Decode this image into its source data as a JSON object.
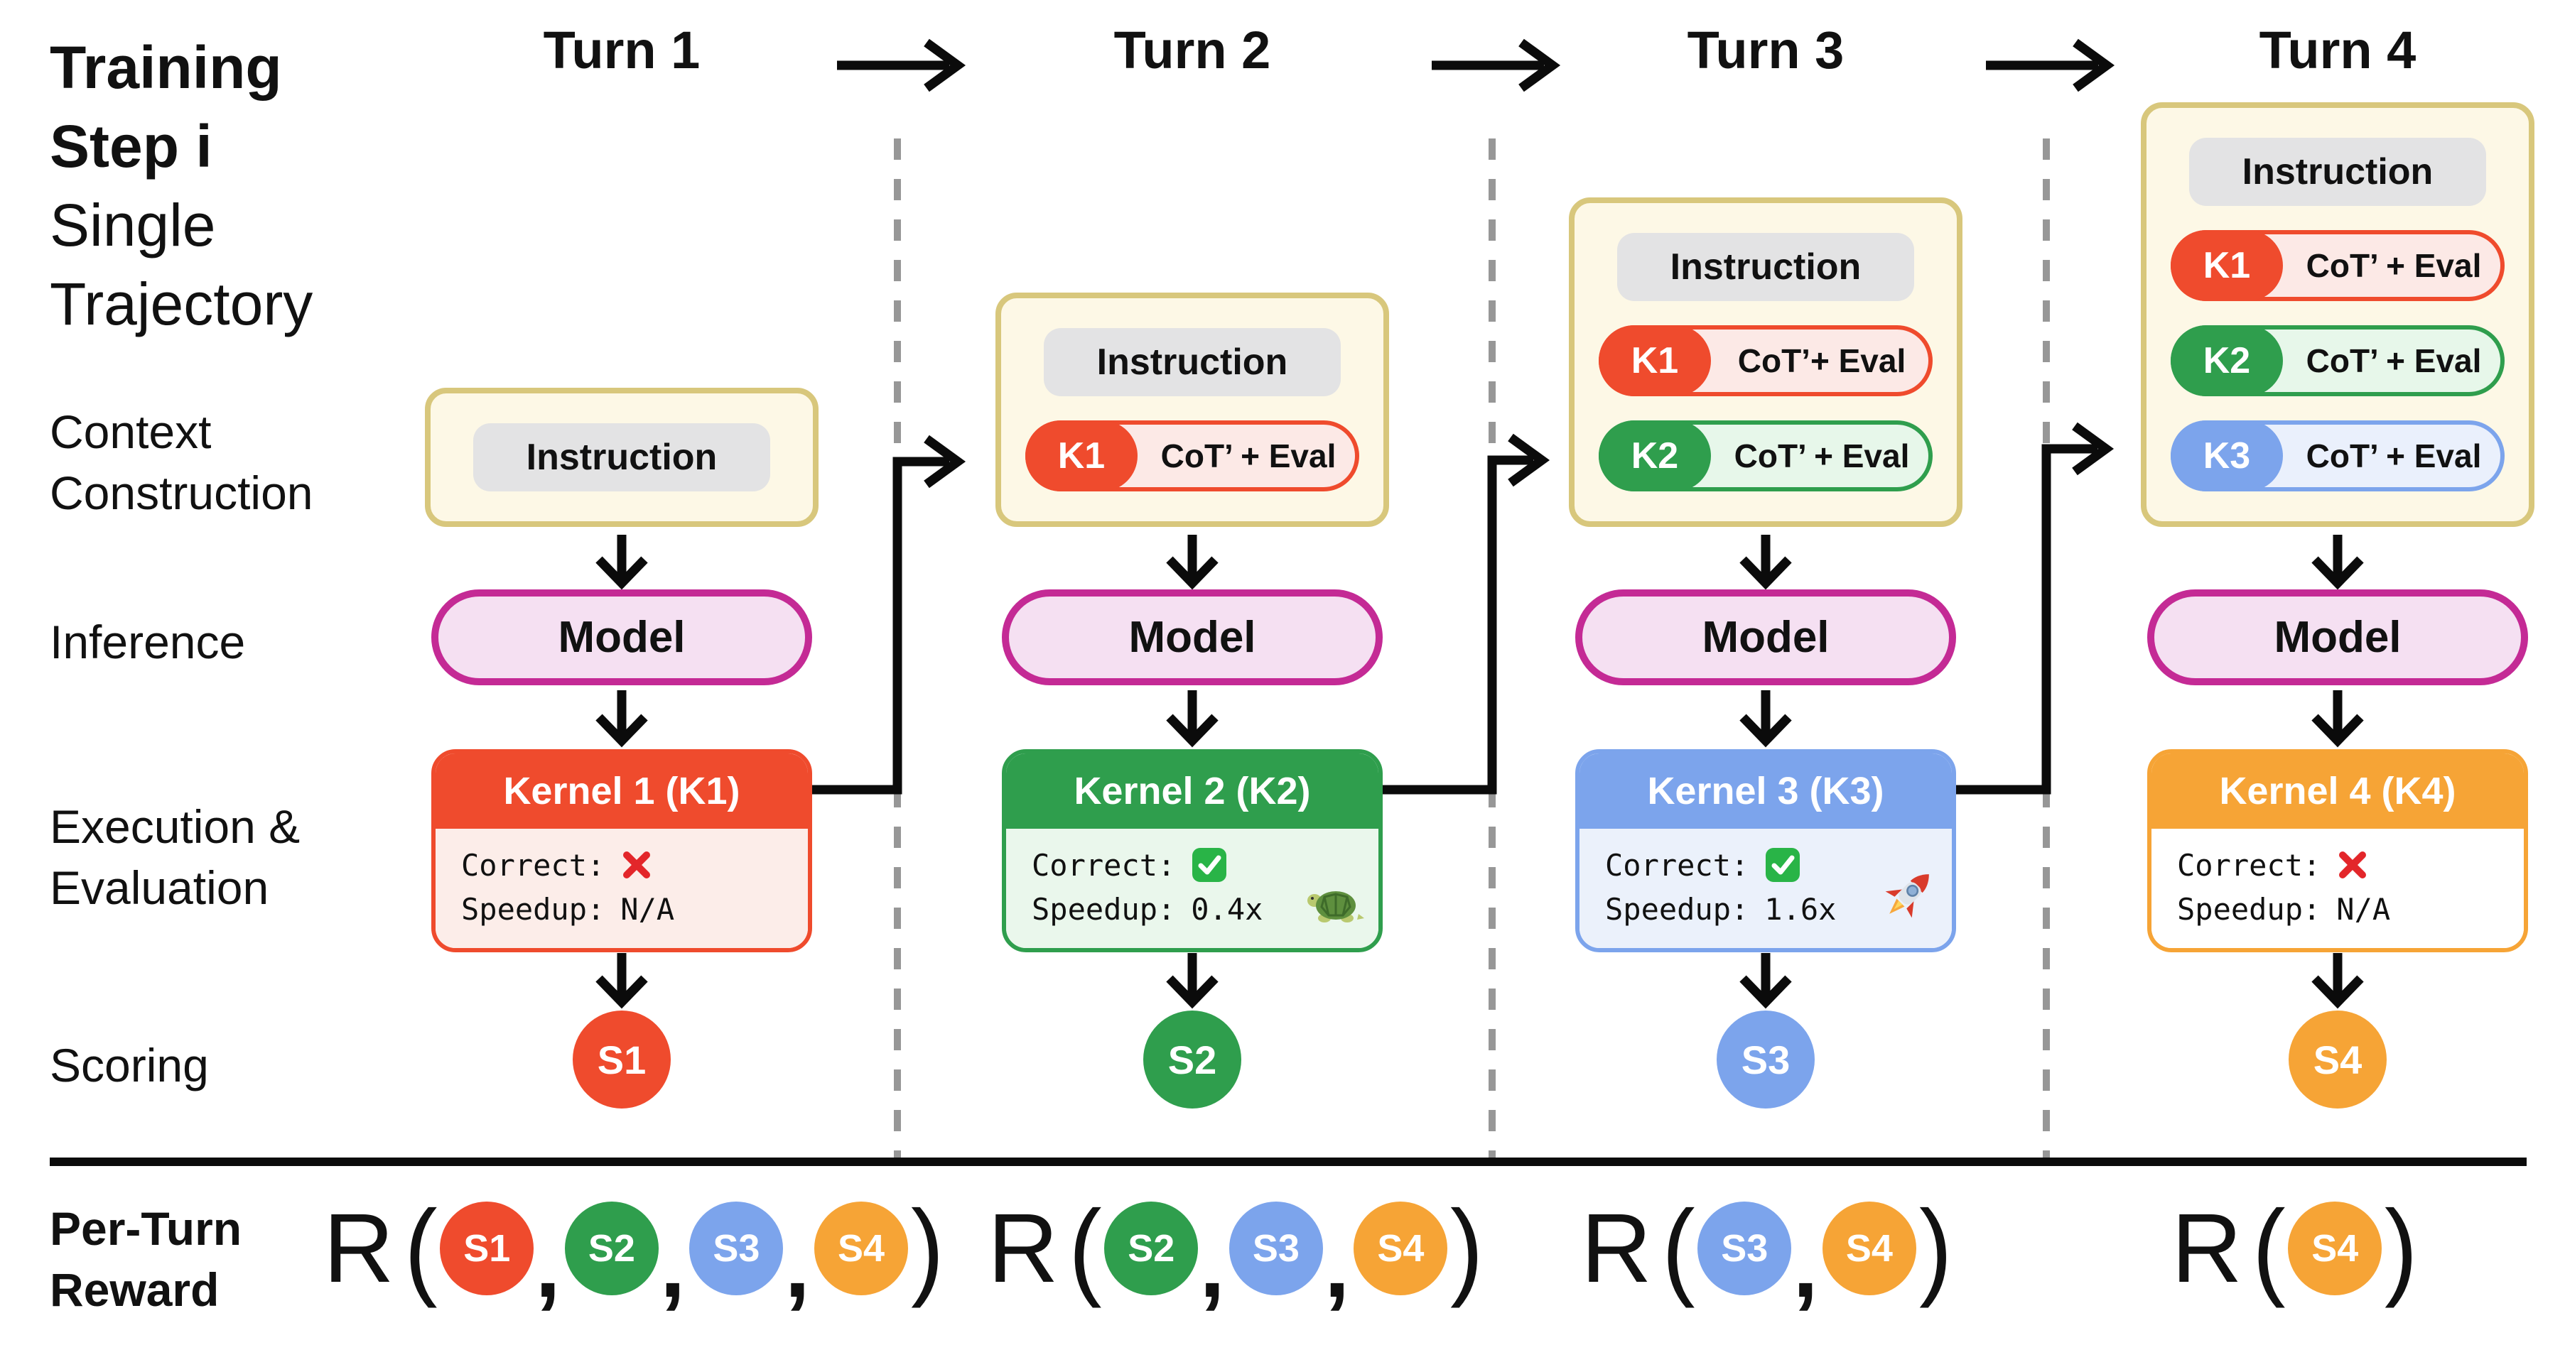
{
  "title": {
    "line_bold": "Training Step i",
    "line_regular": "Single Trajectory"
  },
  "rows": {
    "context": "Context Construction",
    "inference": "Inference",
    "execution": "Execution & Evaluation",
    "scoring": "Scoring",
    "reward": "Per-Turn Reward"
  },
  "colors": {
    "red": "#EF4B2D",
    "red_tint": "#FCEDE9",
    "green": "#2F9E4D",
    "green_tint": "#EAF7EC",
    "blue": "#7CA4EC",
    "blue_tint": "#EBF1FB",
    "orange": "#F6A436",
    "orange_tint": "#FFFFFF",
    "magenta": "#C42A95",
    "model_fill": "#F5E0F2",
    "tan_border": "#D8C77C",
    "cream_fill": "#FDF8E6",
    "gray_chip": "#E3E3E4",
    "divider": "#979797",
    "cross_red": "#E3262A",
    "check_green": "#29B447"
  },
  "columns": [
    {
      "turn_label": "Turn 1",
      "context": {
        "instruction_label": "Instruction",
        "chips": []
      },
      "model_label": "Model",
      "kernel": {
        "title": "Kernel 1 (K1)",
        "correct_label": "Correct:",
        "correct_icon": "cross-icon",
        "speedup_label": "Speedup:",
        "speedup_value": "N/A",
        "speedup_icon": "",
        "color": "#EF4B2D"
      },
      "score_label": "S1",
      "score_color": "#EF4B2D"
    },
    {
      "turn_label": "Turn 2",
      "context": {
        "instruction_label": "Instruction",
        "chips": [
          {
            "tag": "K1",
            "label": "CoT’ + Eval",
            "color": "#EF4B2D"
          }
        ]
      },
      "model_label": "Model",
      "kernel": {
        "title": "Kernel 2 (K2)",
        "correct_label": "Correct:",
        "correct_icon": "check-icon",
        "speedup_label": "Speedup:",
        "speedup_value": "0.4x",
        "speedup_icon": "turtle-icon",
        "color": "#2F9E4D"
      },
      "score_label": "S2",
      "score_color": "#2F9E4D"
    },
    {
      "turn_label": "Turn 3",
      "context": {
        "instruction_label": "Instruction",
        "chips": [
          {
            "tag": "K1",
            "label": "CoT’+ Eval",
            "color": "#EF4B2D"
          },
          {
            "tag": "K2",
            "label": "CoT’ + Eval",
            "color": "#2F9E4D"
          }
        ]
      },
      "model_label": "Model",
      "kernel": {
        "title": "Kernel 3 (K3)",
        "correct_label": "Correct:",
        "correct_icon": "check-icon",
        "speedup_label": "Speedup:",
        "speedup_value": "1.6x",
        "speedup_icon": "rocket-icon",
        "color": "#7CA4EC"
      },
      "score_label": "S3",
      "score_color": "#7CA4EC"
    },
    {
      "turn_label": "Turn 4",
      "context": {
        "instruction_label": "Instruction",
        "chips": [
          {
            "tag": "K1",
            "label": "CoT’ + Eval",
            "color": "#EF4B2D"
          },
          {
            "tag": "K2",
            "label": "CoT’ + Eval",
            "color": "#2F9E4D"
          },
          {
            "tag": "K3",
            "label": "CoT’ + Eval",
            "color": "#7CA4EC"
          }
        ]
      },
      "model_label": "Model",
      "kernel": {
        "title": "Kernel 4 (K4)",
        "correct_label": "Correct:",
        "correct_icon": "cross-icon",
        "speedup_label": "Speedup:",
        "speedup_value": "N/A",
        "speedup_icon": "",
        "color": "#F6A436"
      },
      "score_label": "S4",
      "score_color": "#F6A436"
    }
  ],
  "reward": {
    "label_r": "R",
    "open": "(",
    "close": ")",
    "comma": ",",
    "groups": [
      {
        "tokens": [
          {
            "label": "S1",
            "color": "#EF4B2D"
          },
          {
            "label": "S2",
            "color": "#2F9E4D"
          },
          {
            "label": "S3",
            "color": "#7CA4EC"
          },
          {
            "label": "S4",
            "color": "#F6A436"
          }
        ]
      },
      {
        "tokens": [
          {
            "label": "S2",
            "color": "#2F9E4D"
          },
          {
            "label": "S3",
            "color": "#7CA4EC"
          },
          {
            "label": "S4",
            "color": "#F6A436"
          }
        ]
      },
      {
        "tokens": [
          {
            "label": "S3",
            "color": "#7CA4EC"
          },
          {
            "label": "S4",
            "color": "#F6A436"
          }
        ]
      },
      {
        "tokens": [
          {
            "label": "S4",
            "color": "#F6A436"
          }
        ]
      }
    ]
  }
}
